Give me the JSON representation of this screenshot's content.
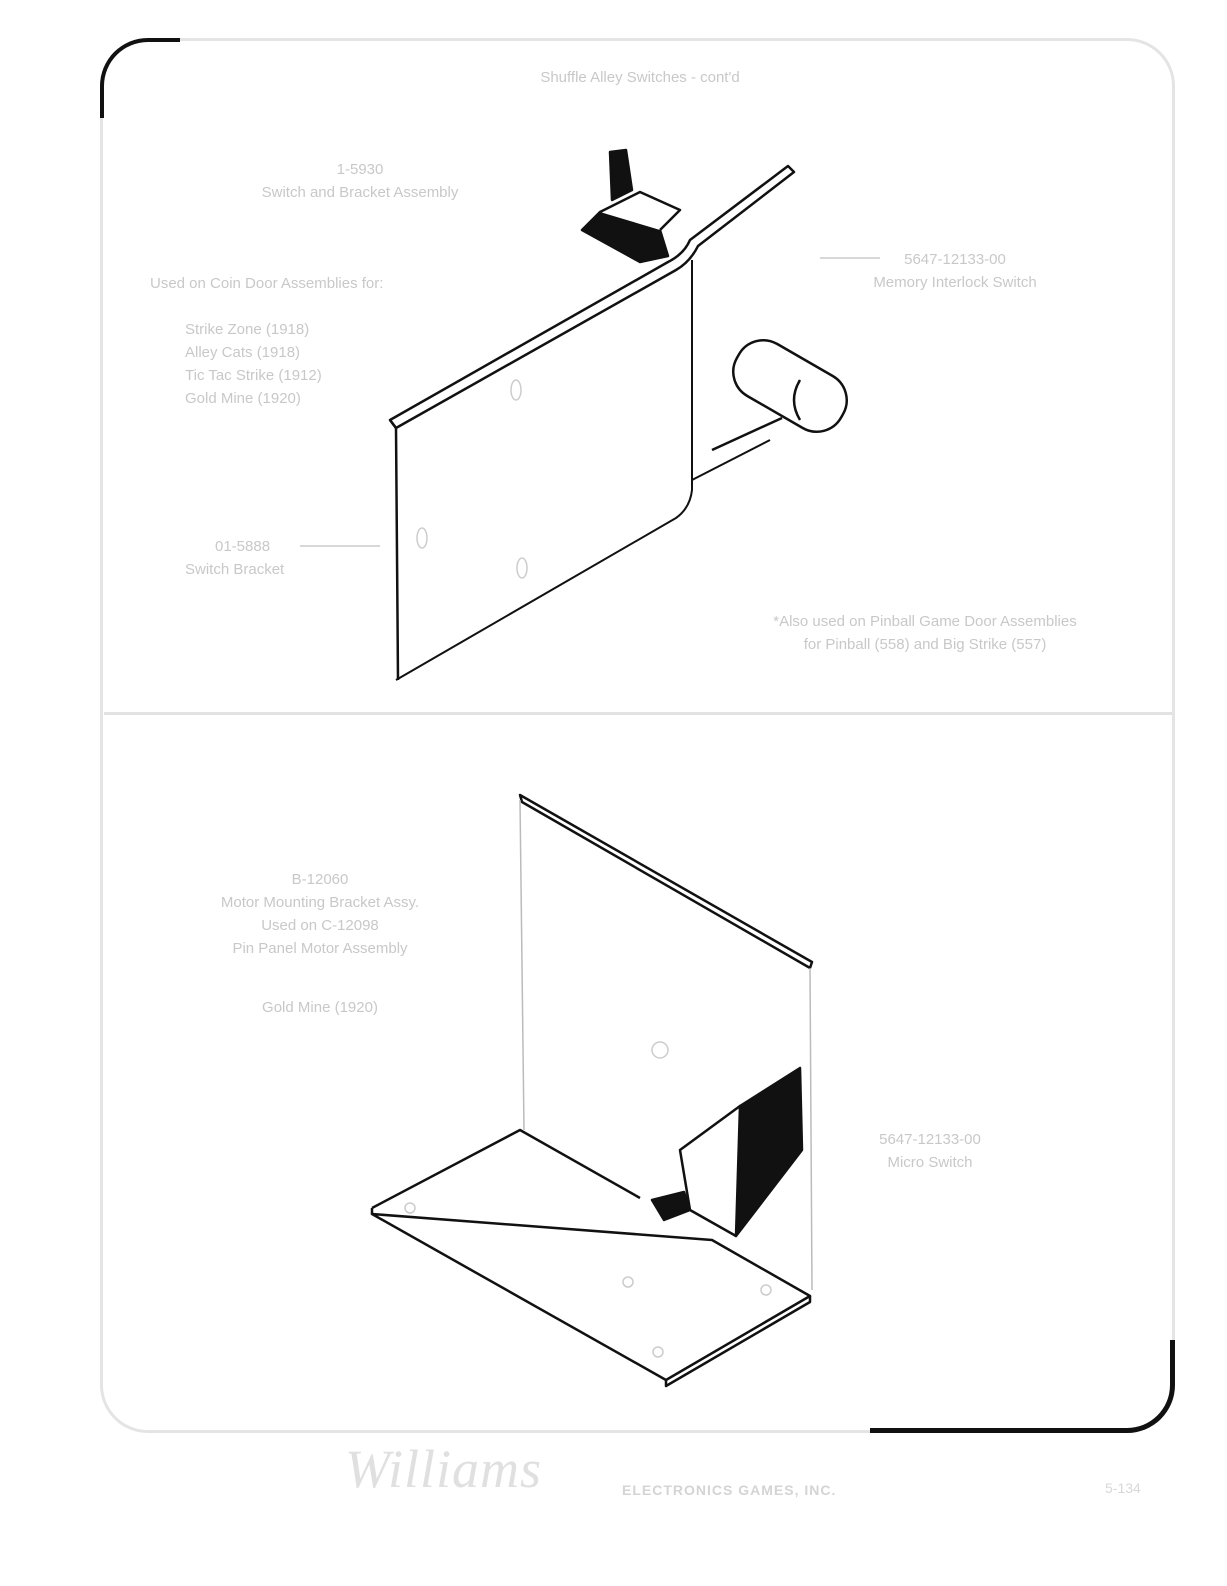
{
  "page_title": "Shuffle Alley Switches - cont'd",
  "top_section": {
    "assembly_part": "1-5930",
    "assembly_name": "Switch and Bracket Assembly",
    "used_on_label": "Used on Coin Door Assemblies for:",
    "games": [
      "Strike Zone (1918)",
      "Alley Cats (1918)",
      "Tic Tac Strike (1912)",
      "Gold Mine (1920)"
    ],
    "switch_part": "5647-12133-00",
    "switch_name": "Memory Interlock Switch",
    "bracket_part": "01-5888",
    "bracket_name": "Switch Bracket",
    "note_line1": "*Also used on Pinball Game Door Assemblies",
    "note_line2": "for Pinball (558) and Big Strike (557)"
  },
  "bottom_section": {
    "assembly_part": "B-12060",
    "assembly_name": "Motor Mounting Bracket Assy.",
    "used_on": "Used on C-12098",
    "used_on_name": "Pin Panel Motor Assembly",
    "game": "Gold Mine (1920)",
    "switch_part": "5647-12133-00",
    "switch_name": "Micro Switch"
  },
  "footer": {
    "logo": "Williams",
    "company": "ELECTRONICS GAMES, INC.",
    "page_number": "5-134"
  }
}
